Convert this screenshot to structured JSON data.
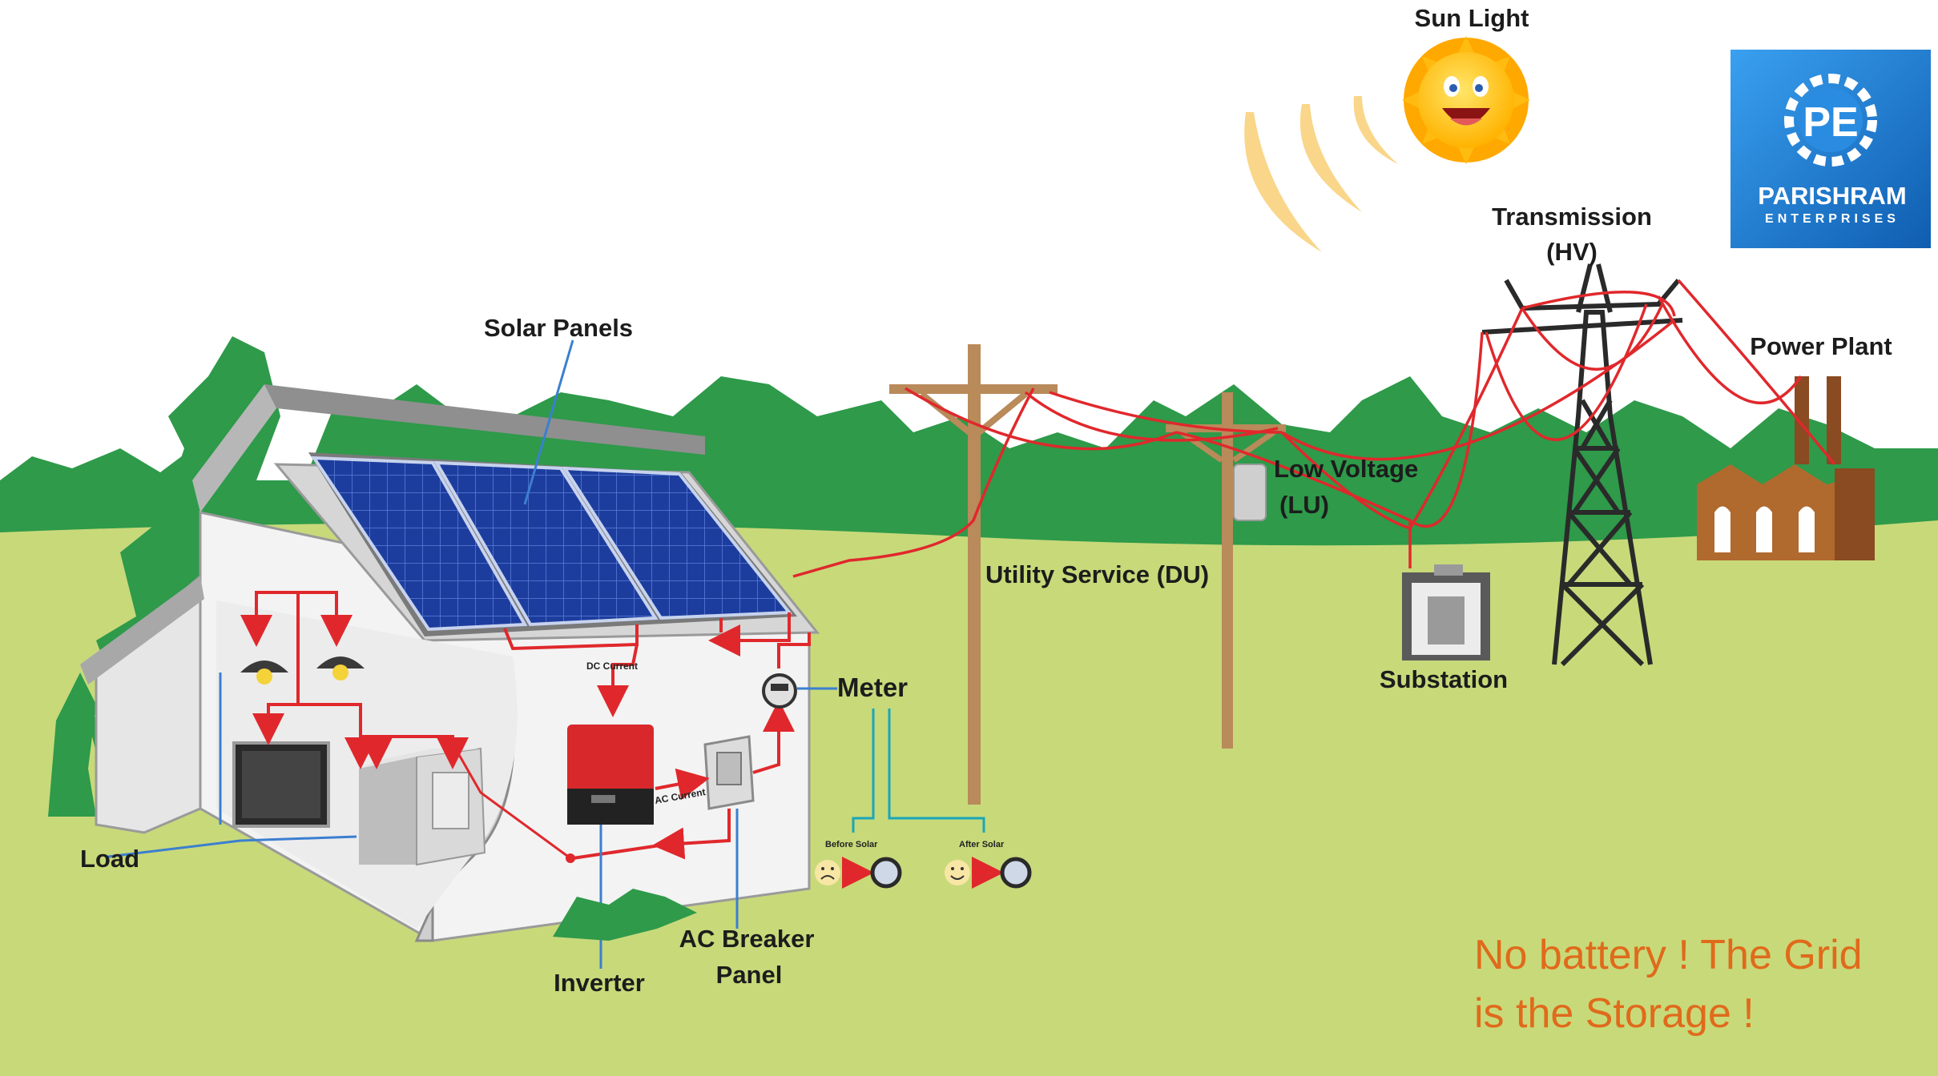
{
  "labels": {
    "sun_light": "Sun Light",
    "transmission_line1": "Transmission",
    "transmission_line2": "(HV)",
    "power_plant": "Power Plant",
    "solar_panels": "Solar Panels",
    "low_voltage_line1": "Low Voltage",
    "low_voltage_line2": "(LU)",
    "utility_service": "Utility Service (DU)",
    "substation": "Substation",
    "meter": "Meter",
    "load": "Load",
    "inverter": "Inverter",
    "ac_breaker_line1": "AC Breaker",
    "ac_breaker_line2": "Panel",
    "dc_current": "DC Current",
    "ac_current": "AC Current",
    "before_solar": "Before Solar",
    "after_solar": "After Solar"
  },
  "tagline": {
    "line1": "No battery ! The Grid",
    "line2": "is the Storage !"
  },
  "logo": {
    "initials": "PE",
    "name": "PARISHRAM",
    "sub": "ENTERPRISES"
  },
  "colors": {
    "grass": "#c8d97a",
    "trees": "#2e9a4a",
    "wire": "#e0282c",
    "pole": "#b98a5a",
    "tagline": "#e06a1b",
    "logo_bg": "#1e7fd0",
    "panel": "#1c3b9c"
  },
  "icons": {
    "sun": "smiling-sun-icon",
    "meter": "electric-meter-icon",
    "sad_face": "sad-face-icon",
    "happy_face": "happy-face-icon"
  }
}
